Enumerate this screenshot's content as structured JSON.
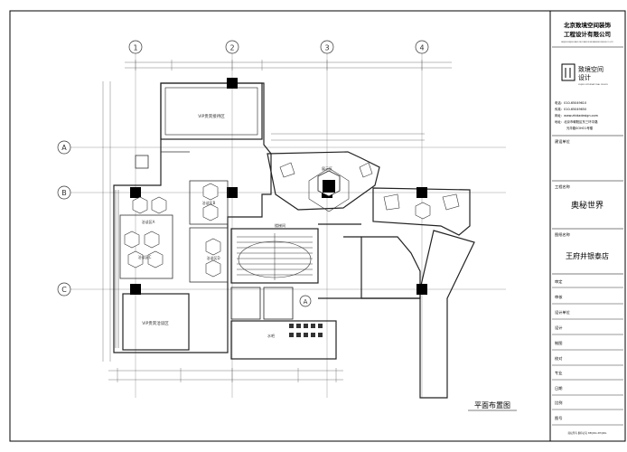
{
  "grid": {
    "columns": [
      "1",
      "2",
      "3",
      "4"
    ],
    "rows": [
      "A",
      "B",
      "C"
    ]
  },
  "rooms": {
    "vip_top": "VIP贵宾接待区",
    "vip_bottom": "VIP贵宾洽谈区",
    "center": "展示区",
    "reception_a": "洽谈区A",
    "reception_b": "洽谈区B",
    "reception_c": "洽谈区C",
    "reception_d": "洽谈区D",
    "stair": "楼梯间",
    "cafe": "水吧",
    "section_mark": "A"
  },
  "plan_title": "平面布置图",
  "title_block": {
    "company_line1": "北京致境空间装饰",
    "company_line2": "工程设计有限公司",
    "company_en": "BEIJING ZHIJING SPACE DECORATION ENGINEERING DESIGN CO.,LTD",
    "logo_text_1": "致境空间",
    "logo_text_2": "设计",
    "logo_en": "ZHIJING INTERNATIONAL DESIGN",
    "tel_label": "电话：010-65049610",
    "fax_label": "传真：010-65049650",
    "web_label": "网址：www.zhidadesign.com",
    "addr_label": "地址：北京市朝阳区东三环中路",
    "addr_label2": "光华路SOHO1号楼",
    "client_label": "建设单位",
    "project_label": "工程名称",
    "project_name": "奥秘世界",
    "drawing_label": "图纸名称",
    "drawing_name": "王府井银泰店",
    "rows": [
      "审定",
      "审核",
      "设计单位",
      "设计",
      "制图",
      "校对",
      "专业",
      "日期",
      "比例",
      "图号"
    ],
    "footer": "版权所有 翻印必究 BEIJING ZHIJING"
  }
}
